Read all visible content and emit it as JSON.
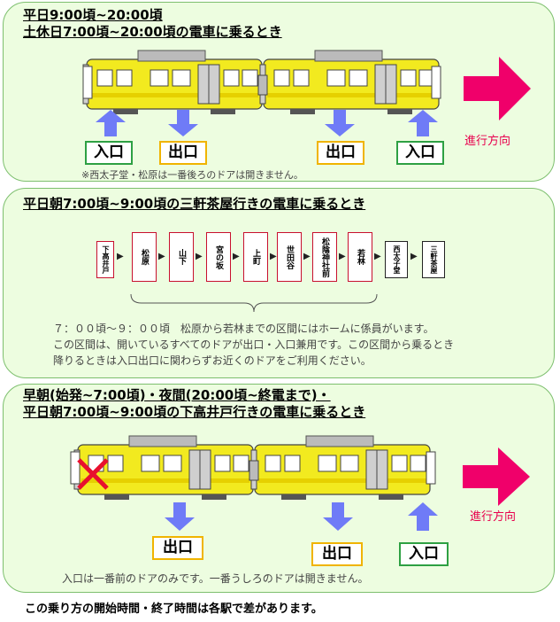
{
  "panel1": {
    "title_line1": "平日9:00頃~20:00頃",
    "title_line2": "土休日7:00頃~20:00頃の電車に乗るとき",
    "entrance": "入口",
    "exit": "出口",
    "direction": "進行方向",
    "note": "※西太子堂・松原は一番後ろのドアは開きません。"
  },
  "panel2": {
    "title": "平日朝7:00頃~9:00頃の三軒茶屋行きの電車に乗るとき",
    "stations": [
      "下高井戸",
      "松原",
      "山下",
      "宮の坂",
      "上町",
      "世田谷",
      "松陰神社前",
      "若林",
      "西太子堂",
      "三軒茶屋"
    ],
    "note_line1": "７：００頃～９：００頃　松原から若林までの区間にはホームに係員がいます。",
    "note_line2": "この区間は、開いているすべてのドアが出口・入口兼用です。この区間から乗るとき",
    "note_line3": "降りるときは入口出口に関わらずお近くのドアをご利用ください。"
  },
  "panel3": {
    "title_line1": "早朝(始発~7:00頃)・夜間(20:00頃~終電まで)・",
    "title_line2": "平日朝7:00頃~9:00頃の下高井戸行きの電車に乗るとき",
    "exit": "出口",
    "entrance": "入口",
    "direction": "進行方向",
    "note": "入口は一番前のドアのみです。一番うしろのドアは開きません。"
  },
  "footer": "この乗り方の開始時間・終了時間は各駅で差があります。",
  "colors": {
    "panel_bg": "#edfde0",
    "train_body": "#f2ea1f",
    "arrow_blue": "#6f7bf7",
    "arrow_pink": "#f0006a",
    "green_box": "#2ea043",
    "yellow_box": "#f0b400",
    "red_station": "#c8102e"
  }
}
